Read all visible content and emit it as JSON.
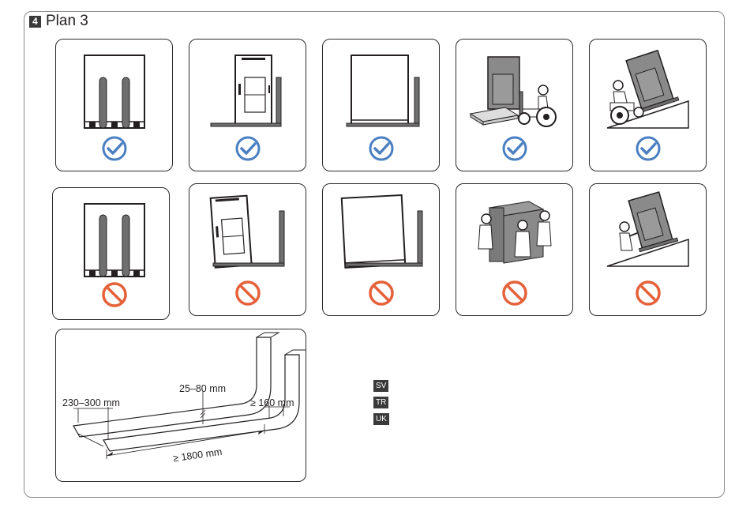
{
  "header": {
    "step_number": "4",
    "title": "Plan 3"
  },
  "rows": [
    {
      "status": "correct",
      "status_icon": "check-circle-icon",
      "scenes": [
        "fork-tines-under-cabinet-front",
        "forklift-side-view-cabinet-on-forks",
        "cabinet-fully-on-fork",
        "cabinet-on-pallet-with-tractor",
        "tractor-pushing-cabinet-up-ramp"
      ]
    },
    {
      "status": "wrong",
      "status_icon": "prohibited-icon",
      "scenes": [
        "fork-tines-under-cabinet-front",
        "tilted-cabinet-on-short-fork",
        "tilted-cabinet-on-fork",
        "people-carrying-cabinet",
        "person-pushing-cabinet-up-ramp"
      ]
    }
  ],
  "fork_dimensions": {
    "tine_spacing": "230–300 mm",
    "tine_thickness": "25–80 mm",
    "tine_width": "≥ 160 mm",
    "tine_length": "≥ 1800 mm"
  },
  "language_tags": [
    "SV",
    "TR",
    "UK"
  ],
  "colors": {
    "check": "#4a7fc1",
    "prohibit": "#e5613a",
    "line": "#231f20",
    "fork": "#6f6f6f"
  }
}
